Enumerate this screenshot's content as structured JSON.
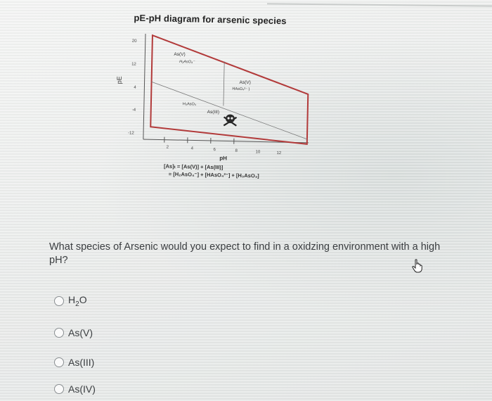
{
  "figure": {
    "title": "pE-pH diagram for arsenic species",
    "y_axis_label": "pE",
    "y_ticks": [
      "20",
      "12",
      "4",
      "-4",
      "-12"
    ],
    "x_axis_label": "pH",
    "x_ticks": [
      "2",
      "4",
      "6",
      "8",
      "10",
      "12"
    ],
    "region_labels": {
      "as5_top": "As(V)",
      "h2aso4": "H₂AsO₄⁻",
      "h3aso3": "H₃AsO₃",
      "as3": "As(III)",
      "as5_right": "As(V)",
      "haso4": "HAsO₄²⁻ )"
    },
    "equation_line1": "[As]ₜ = [As(V)] + [As(III)]",
    "equation_line2": "= [H₂AsO₄⁻] + [HAsO₄²⁻] + [H₃AsO₃]",
    "colors": {
      "frame": "#b23a3a"
    }
  },
  "question": {
    "text": "What species of Arsenic would you expect to find in a oxidzing environment with a high pH?"
  },
  "options": [
    {
      "base": "H",
      "sub": "2",
      "tail": "O",
      "text": "H2O"
    },
    {
      "text": "As(V)"
    },
    {
      "text": "As(III)"
    },
    {
      "text": "As(IV)"
    }
  ]
}
